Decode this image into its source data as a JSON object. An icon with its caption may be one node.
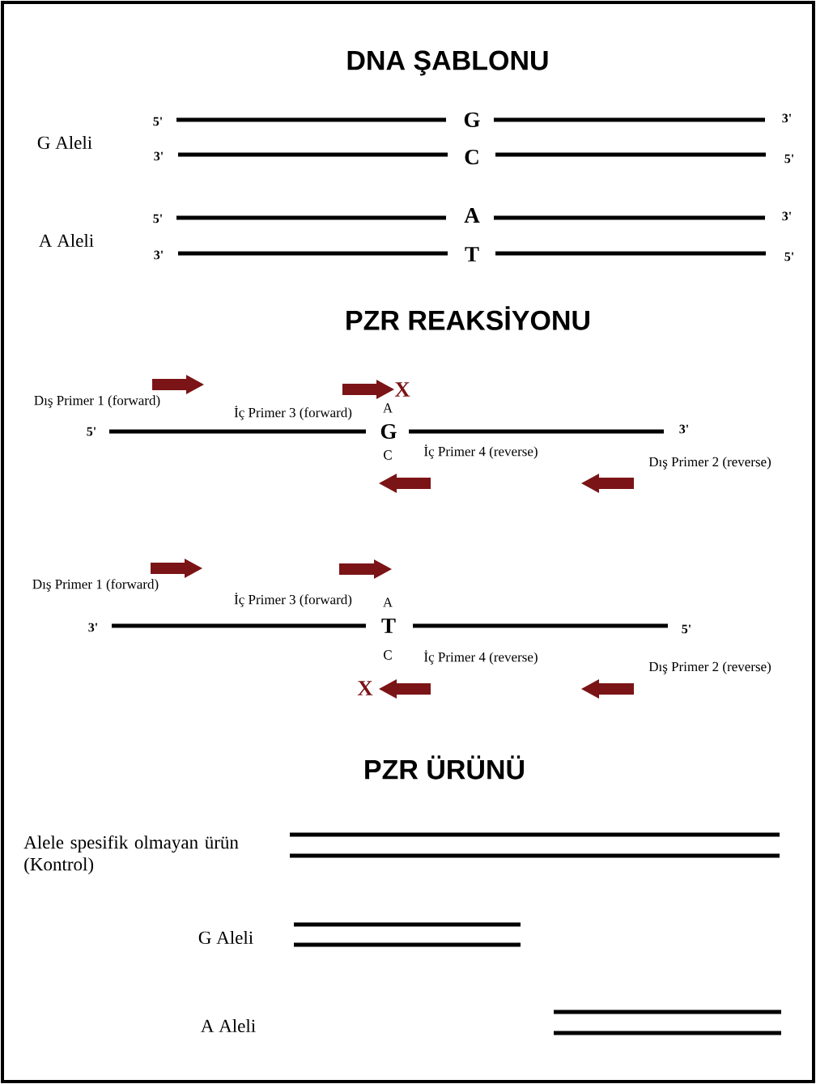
{
  "diagram": {
    "labels": [
      "DNA ŞABLONU",
      "5'",
      "G",
      "3'",
      "G Aleli",
      "3'",
      "C",
      "5'",
      "5'",
      "A",
      "3'",
      "A Aleli",
      "3'",
      "T",
      "5'",
      "PZR REAKSİYONU",
      "X",
      "Dış Primer 1 (forward)",
      "İç Primer 3 (forward)",
      "A",
      "5'",
      "G",
      "3'",
      "C",
      "İç Primer 4 (reverse)",
      "Dış Primer 2 (reverse)",
      "Dış Primer 1 (forward)",
      "İç Primer 3 (forward)",
      "A",
      "3'",
      "T",
      "5'",
      "C",
      "İç Primer 4 (reverse)",
      "Dış Primer 2 (reverse)",
      "X",
      "PZR ÜRÜNÜ",
      "Alele spesifik olmayan ürün (Kontrol)",
      "G Aleli",
      "A Aleli"
    ]
  }
}
